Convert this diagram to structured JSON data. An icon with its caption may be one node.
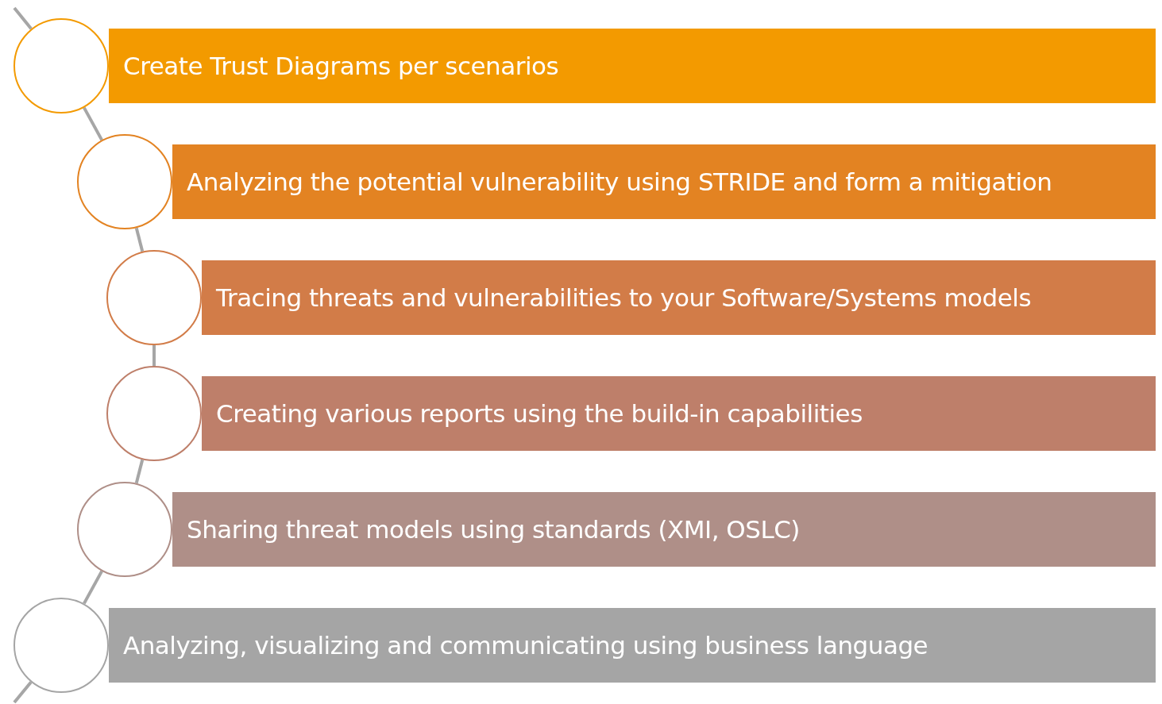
{
  "diagram": {
    "nodes": [
      {
        "text": [],
        "shape": "circle"
      },
      {
        "text": [
          "Create Trust Diagrams per scenarios"
        ]
      },
      {
        "text": [],
        "shape": "circle"
      },
      {
        "text": [
          "Analyzing the potential vulnerability using STRIDE and form a mitigation"
        ]
      },
      {
        "text": [],
        "shape": "circle"
      },
      {
        "text": [
          "Tracing threats and vulnerabilities to your Software/Systems models"
        ]
      },
      {
        "text": [],
        "shape": "circle"
      },
      {
        "text": [
          "Creating various reports using the build-in capabilities"
        ]
      },
      {
        "text": [],
        "shape": "circle"
      },
      {
        "text": [
          "Sharing threat models using standards (XMI, OSLC)"
        ]
      },
      {
        "text": [],
        "shape": "circle"
      },
      {
        "text": [
          "Analyzing, visualizing and communicating using business language"
        ]
      }
    ],
    "edges": [
      {
        "from": null,
        "to": 0,
        "arrow": "none"
      },
      {
        "from": 0,
        "to": 2,
        "arrow": "none"
      },
      {
        "from": 2,
        "to": 4,
        "arrow": "none"
      },
      {
        "from": 4,
        "to": 6,
        "arrow": "none"
      },
      {
        "from": 6,
        "to": 8,
        "arrow": "none"
      },
      {
        "from": 8,
        "to": 10,
        "arrow": "none"
      },
      {
        "from": 10,
        "to": null,
        "arrow": "none"
      }
    ]
  }
}
